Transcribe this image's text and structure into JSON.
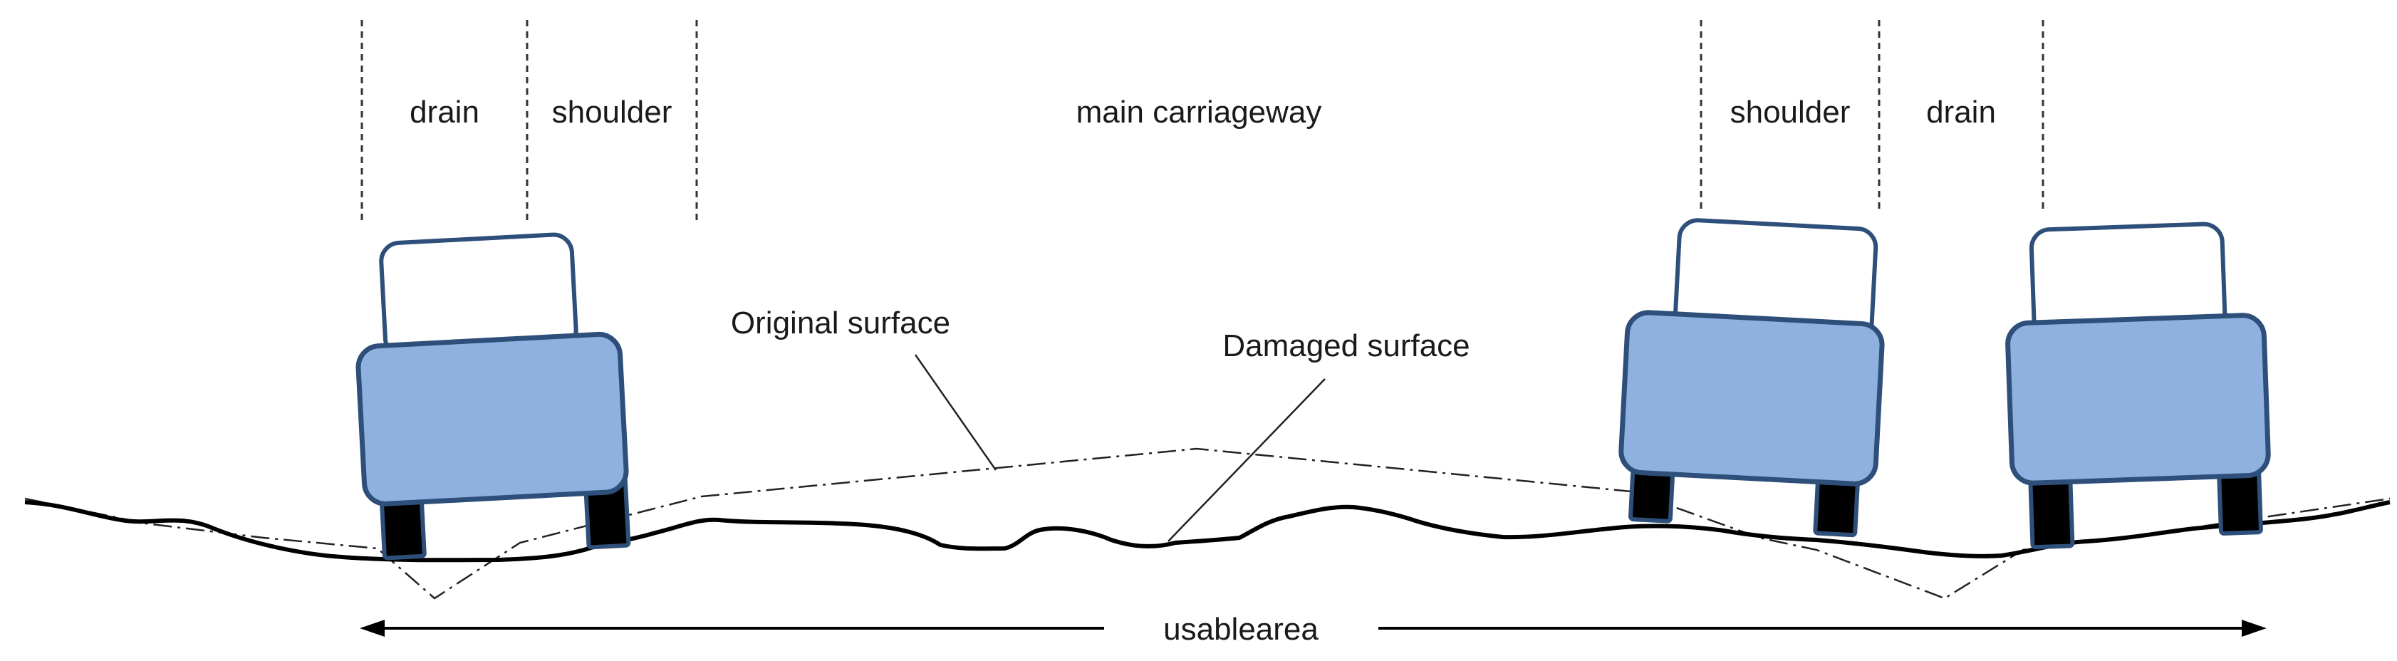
{
  "zones": {
    "left_drain": "drain",
    "left_shoulder": "shoulder",
    "main": "main carriageway",
    "right_shoulder": "shoulder",
    "right_drain": "drain"
  },
  "callouts": {
    "original": "Original surface",
    "damaged": "Damaged surface"
  },
  "usable": "usablearea",
  "colors": {
    "vehicle_body": "#8fb1e0",
    "vehicle_outline": "#2e4f7a",
    "wheel": "#000000",
    "line": "#000000"
  },
  "icons": [
    "vehicle-icon",
    "vehicle-icon",
    "vehicle-icon"
  ]
}
